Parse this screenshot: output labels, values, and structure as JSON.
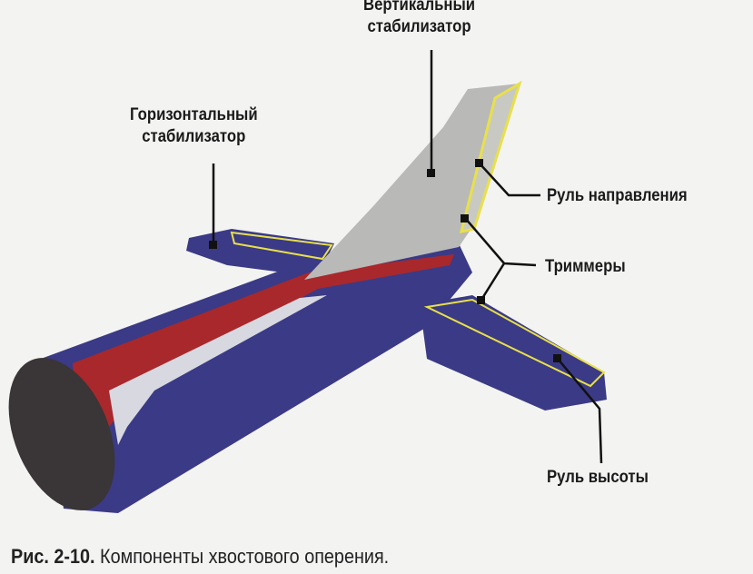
{
  "labels": {
    "vertical_stabilizer": [
      "Вертикальный",
      "стабилизатор"
    ],
    "horizontal_stabilizer": [
      "Горизонтальный",
      "стабилизатор"
    ],
    "rudder": "Руль направления",
    "trim_tabs": "Триммеры",
    "elevator": "Руль высоты"
  },
  "caption": {
    "number": "Рис. 2-10.",
    "text": "Компоненты хвостового оперения."
  },
  "colors": {
    "fuselage": "#3b3a86",
    "fin": "#b9b9b7",
    "stripe": "#a8282c",
    "outline": "#e8e04a"
  }
}
